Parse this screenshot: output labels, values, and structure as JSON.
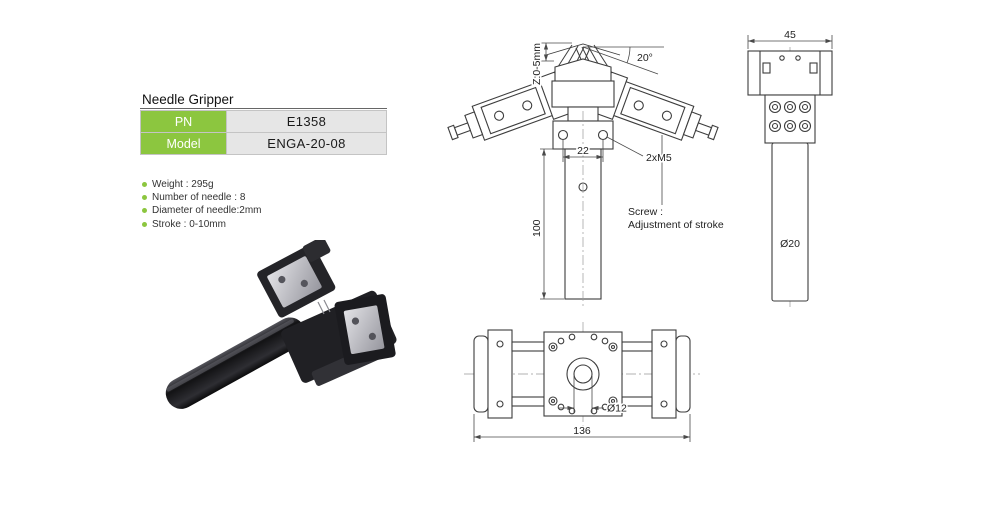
{
  "title": "Needle Gripper",
  "table": {
    "rows": [
      {
        "label": "PN",
        "value": "E1358"
      },
      {
        "label": "Model",
        "value": "ENGA-20-08"
      }
    ]
  },
  "specs": [
    "Weight : 295g",
    "Number of needle : 8",
    "Diameter of needle:2mm",
    "Stroke : 0-10mm"
  ],
  "drawings": {
    "front_view": {
      "stroke_dim": "Z:0-5mm",
      "angle_dim": "20°",
      "hole_spacing_dim": "22",
      "body_length_dim": "100",
      "thread_label": "2xM5",
      "screw_note_line1": "Screw :",
      "screw_note_line2": "Adjustment of stroke"
    },
    "side_view": {
      "width_dim": "45",
      "shaft_diameter_dim": "Ø20"
    },
    "bottom_view": {
      "bore_diameter_dim": "Ø12",
      "overall_length_dim": "136"
    }
  },
  "colors": {
    "brand_green": "#8CC63F",
    "cell_gray": "#E6E6E6",
    "line_dark": "#3D3D3D"
  }
}
